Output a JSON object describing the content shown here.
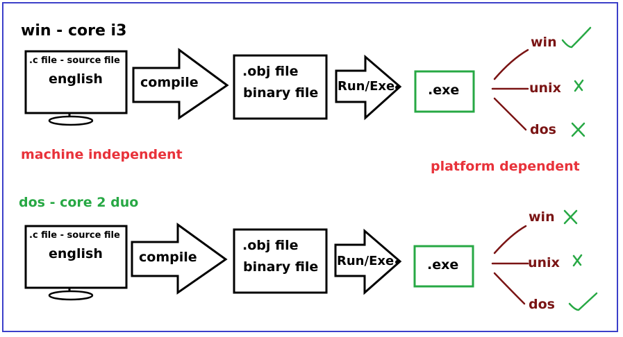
{
  "top": {
    "heading": "win - core i3",
    "monitor_line1": ".c file - source file",
    "monitor_line2": "english",
    "arrow_compile": "compile",
    "obj_line1": ".obj file",
    "obj_line2": "binary file",
    "arrow_run": "Run/Exe",
    "exe": ".exe",
    "os": [
      {
        "name": "win",
        "mark": "check"
      },
      {
        "name": "unix",
        "mark": "cross"
      },
      {
        "name": "dos",
        "mark": "cross"
      }
    ]
  },
  "machine_independent": "machine independent",
  "platform_dependent": "platform dependent",
  "bottom": {
    "heading": "dos - core 2 duo",
    "monitor_line1": ".c file - source file",
    "monitor_line2": "english",
    "arrow_compile": "compile",
    "obj_line1": ".obj file",
    "obj_line2": "binary file",
    "arrow_run": "Run/Exe",
    "exe": ".exe",
    "os": [
      {
        "name": "win",
        "mark": "cross"
      },
      {
        "name": "unix",
        "mark": "cross"
      },
      {
        "name": "dos",
        "mark": "check"
      }
    ]
  },
  "colors": {
    "frame": "#3b3fc9",
    "exe_border": "#27a844",
    "red_label": "#e8323a",
    "green_label": "#27a844",
    "os_text": "#7a1414",
    "mark": "#27a844"
  }
}
